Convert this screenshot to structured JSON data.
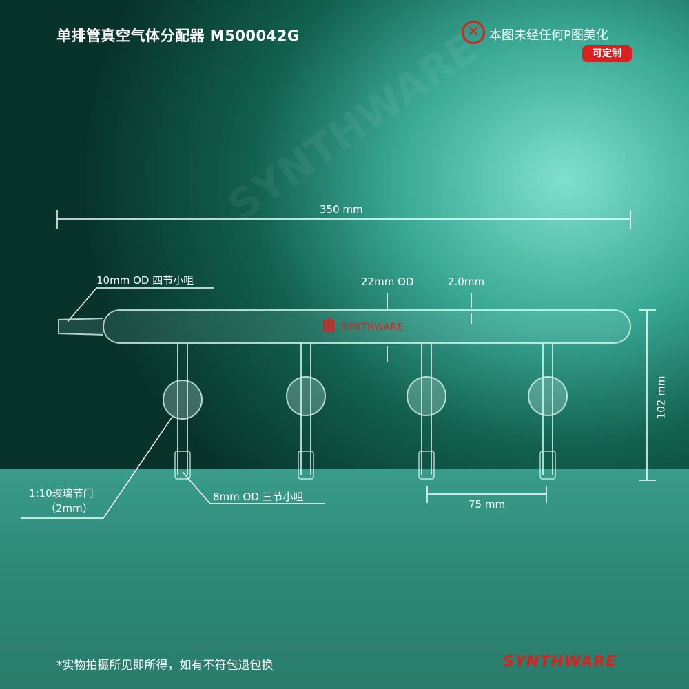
{
  "header": {
    "title": "单排管真空气体分配器 M500042G",
    "notice": "本图未经任何P图美化",
    "custom_badge": "可定制"
  },
  "dimensions": {
    "length": "350 mm",
    "main_tube_od": "22mm OD",
    "wall": "2.0mm",
    "height": "102 mm",
    "spacing": "75 mm"
  },
  "callouts": {
    "inlet": "10mm OD 四节小咀",
    "stopcock_line1": "1:10玻璃节门",
    "stopcock_line2": "（2mm）",
    "outlet": "8mm OD 三节小咀"
  },
  "tube_logo": "SYNTHWARE",
  "watermark": "SYNTHWARE",
  "footer": {
    "note": "*实物拍摄所见即所得，如有不符包退包换",
    "brand": "SYNTHWARE"
  },
  "colors": {
    "accent": "#d9211f",
    "bg_dark": "#07332b",
    "bg_light": "#7fe0cc"
  }
}
